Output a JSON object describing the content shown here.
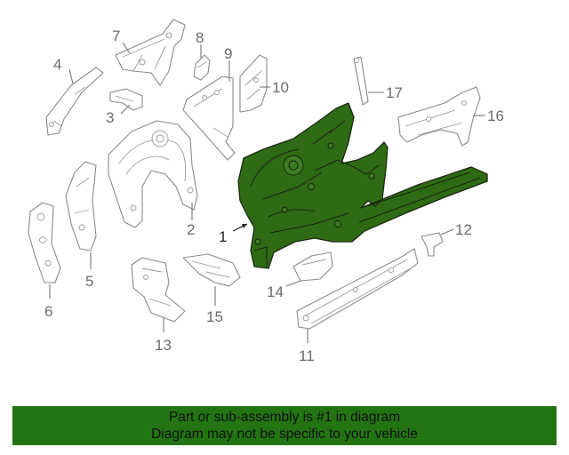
{
  "diagram": {
    "highlight_color": "#2e6b14",
    "callouts": [
      {
        "id": "1",
        "label": "1",
        "highlighted": true
      },
      {
        "id": "2",
        "label": "2"
      },
      {
        "id": "3",
        "label": "3"
      },
      {
        "id": "4",
        "label": "4"
      },
      {
        "id": "5",
        "label": "5"
      },
      {
        "id": "6",
        "label": "6"
      },
      {
        "id": "7",
        "label": "7"
      },
      {
        "id": "8",
        "label": "8"
      },
      {
        "id": "9",
        "label": "9"
      },
      {
        "id": "10",
        "label": "10"
      },
      {
        "id": "11",
        "label": "11"
      },
      {
        "id": "12",
        "label": "12"
      },
      {
        "id": "13",
        "label": "13"
      },
      {
        "id": "14",
        "label": "14"
      },
      {
        "id": "15",
        "label": "15"
      },
      {
        "id": "16",
        "label": "16"
      },
      {
        "id": "17",
        "label": "17"
      }
    ]
  },
  "banner": {
    "line1": "Part or sub-assembly is #1 in diagram",
    "line2": "Diagram may not be specific to your vehicle",
    "background": "#237513"
  }
}
